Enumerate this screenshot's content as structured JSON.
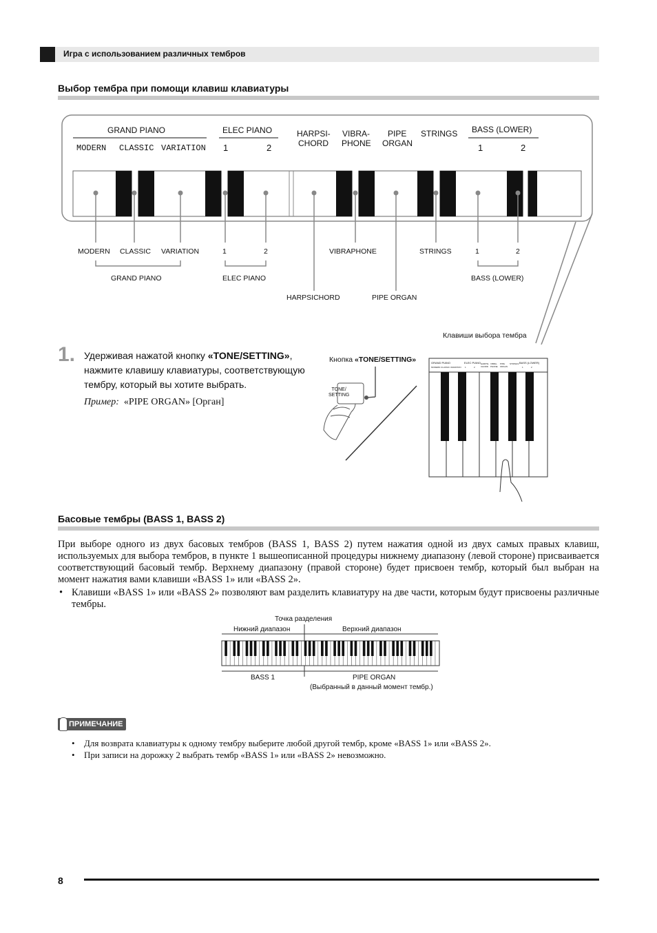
{
  "header": {
    "section": "Игра с использованием различных тембров"
  },
  "section1": {
    "title": "Выбор тембра при помощи клавиш клавиатуры",
    "panel": {
      "grand_piano": "GRAND PIANO",
      "modern": "MODERN",
      "classic": "CLASSIC",
      "variation": "VARIATION",
      "elec_piano": "ELEC PIANO",
      "one": "1",
      "two": "2",
      "harpsi": "HARPSI-",
      "chord": "CHORD",
      "vibra": "VIBRA-",
      "phone": "PHONE",
      "pipe": "PIPE",
      "organ": "ORGAN",
      "strings": "STRINGS",
      "bass_lower": "BASS (LOWER)"
    },
    "callouts": {
      "modern": "MODERN",
      "classic": "CLASSIC",
      "variation": "VARIATION",
      "grand_piano": "GRAND PIANO",
      "ep1": "1",
      "ep2": "2",
      "elec_piano": "ELEC PIANO",
      "harpsichord": "HARPSICHORD",
      "vibraphone": "VIBRAPHONE",
      "pipe_organ": "PIPE ORGAN",
      "strings": "STRINGS",
      "b1": "1",
      "b2": "2",
      "bass_lower": "BASS (LOWER)"
    }
  },
  "step1": {
    "number": "1.",
    "text_pre": "Удерживая нажатой кнопку ",
    "text_bold": "«TONE/SETTING»",
    "text_post": ", нажмите клавишу клавиатуры, соответствующую тембру, который вы хотите выбрать.",
    "example_label": "Пример:",
    "example_value": "«PIPE ORGAN» [Орган]",
    "fig_keys_label": "Клавиши выбора тембра",
    "fig_button_label_pre": "Кнопка ",
    "fig_button_label_bold": "«TONE/SETTING»",
    "fig_button_text_1": "TONE/",
    "fig_button_text_2": "SETTING",
    "mini_panel": {
      "grand_piano": "GRAND PIANO",
      "elec_piano": "ELEC PIANO",
      "harpsichord": "HARPSI- CHORD",
      "vibraphone": "VIBRA- PHONE",
      "pipe_organ": "PIPE ORGAN",
      "strings": "STRINGS",
      "bass_lower": "BASS (LOWER)",
      "modern_classic_variation": "MODERN CLASSIC VARIATION",
      "one": "1",
      "two": "2"
    }
  },
  "section2": {
    "title": "Басовые тембры (BASS 1, BASS 2)",
    "paragraph": "При выборе одного из двух басовых тембров (BASS 1, BASS 2) путем нажатия одной из двух самых правых клавиш, используемых для выбора тембров, в пункте 1 вышеописанной процедуры нижнему диапазону (левой стороне) присваивается соответствующий басовый тембр. Верхнему диапазону (правой стороне) будет присвоен тембр, который был выбран на момент нажатия вами клавиши «BASS 1» или «BASS 2».",
    "bullet": "Клавиши «BASS 1» или «BASS 2» позволяют вам разделить клавиатуру на две части, которым будут присвоены различные тембры.",
    "split_point": "Точка разделения",
    "lower_range": "Нижний диапазон",
    "upper_range": "Верхний диапазон",
    "bass1": "BASS 1",
    "pipe_organ": "PIPE ORGAN",
    "selected_note": "(Выбранный в данный момент тембр.)"
  },
  "note": {
    "badge": "ПРИМЕЧАНИЕ",
    "items": [
      "Для возврата клавиатуры к одному тембру выберите любой другой тембр, кроме «BASS 1» или «BASS 2».",
      "При записи на дорожку 2 выбрать тембр «BASS 1» или «BASS 2» невозможно."
    ]
  },
  "footer": {
    "page": "8"
  }
}
